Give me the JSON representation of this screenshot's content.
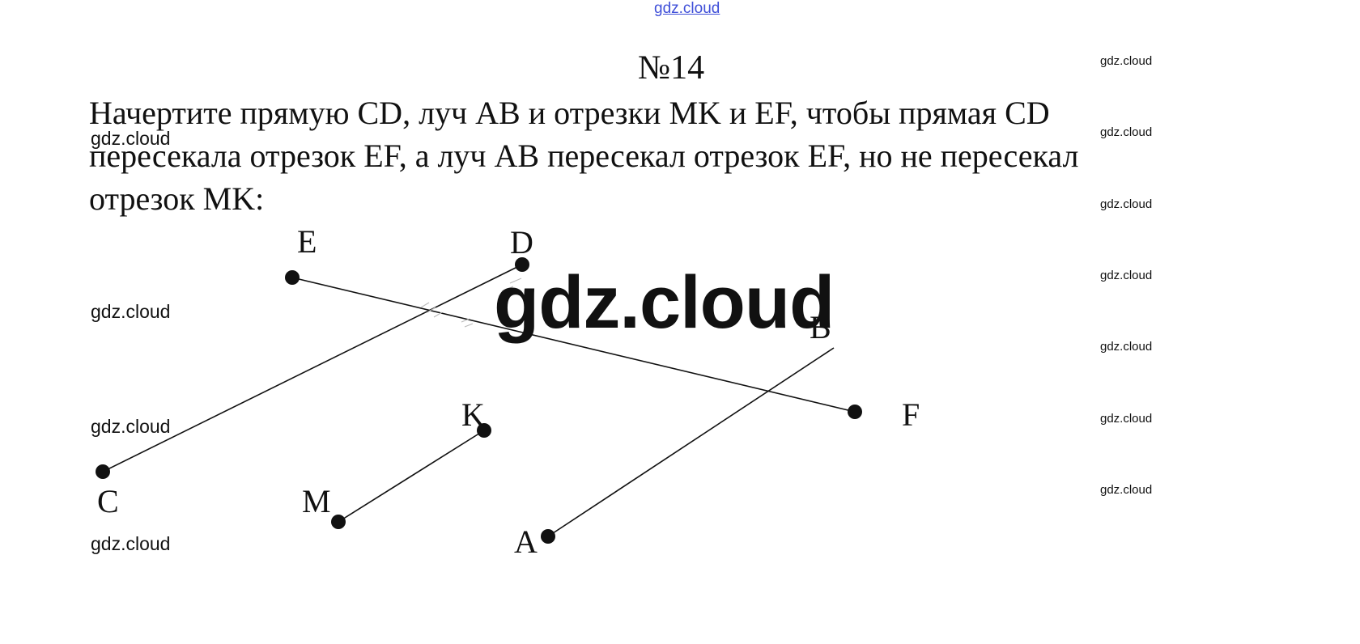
{
  "header": {
    "site_link": "gdz.cloud"
  },
  "task": {
    "number": "№14",
    "text": "Начертите прямую CD, луч AB и отрезки MK и EF, чтобы прямая CD пересекала отрезок EF, а луч AB пересекал отрезок EF, но не пересекал отрезок MK:"
  },
  "figure": {
    "point_labels": {
      "E": "E",
      "D": "D",
      "B": "B",
      "F": "F",
      "K": "K",
      "C": "C",
      "M": "M",
      "A": "A"
    },
    "objects": [
      "line CD",
      "ray AB",
      "segment MK",
      "segment EF"
    ]
  },
  "watermarks": {
    "text": "gdz.cloud",
    "left_column": [
      "gdz.cloud",
      "gdz.cloud",
      "gdz.cloud",
      "gdz.cloud"
    ],
    "right_column": [
      "gdz.cloud",
      "gdz.cloud",
      "gdz.cloud",
      "gdz.cloud",
      "gdz.cloud",
      "gdz.cloud",
      "gdz.cloud"
    ],
    "center": "gdz.cloud"
  }
}
